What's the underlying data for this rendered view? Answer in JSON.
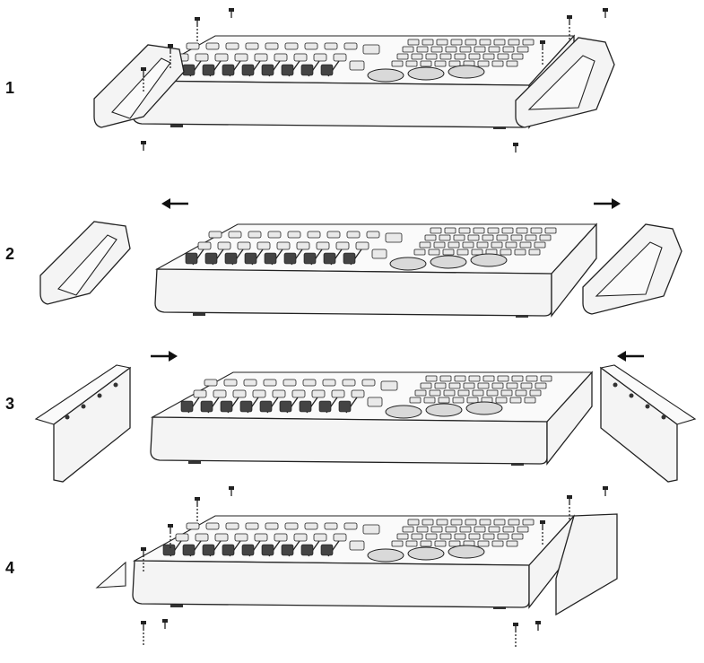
{
  "steps": [
    {
      "number": "1"
    },
    {
      "number": "2"
    },
    {
      "number": "3"
    },
    {
      "number": "4"
    }
  ],
  "colors": {
    "line": "#222222",
    "body": "#f4f4f4",
    "key": "#e9e9e9"
  },
  "icons": [
    "screw-icon",
    "arrow-left-icon",
    "arrow-right-icon"
  ]
}
